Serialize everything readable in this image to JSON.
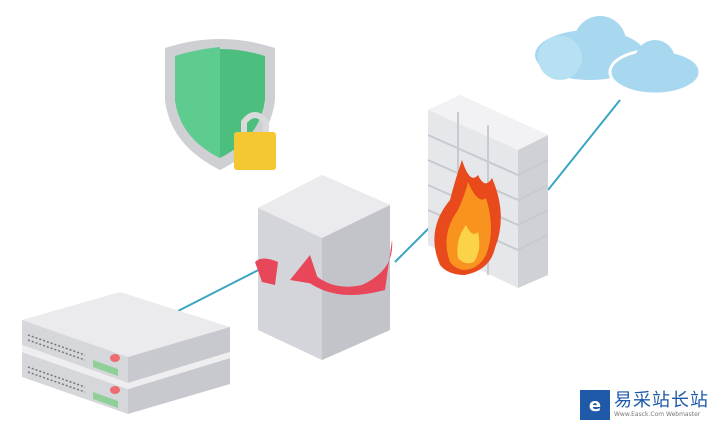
{
  "illustration": {
    "title": "network-security",
    "colors": {
      "shield": "#4cbf7f",
      "lock": "#f5c832",
      "arrow": "#e8475a",
      "cloud": "#a7d8ef",
      "link": "#3aa6c0",
      "fire": "#f06a1e"
    }
  },
  "watermark": {
    "logo_glyph": "e",
    "name": "易采站长站",
    "url": "Www.Easck.Com Webmaster"
  }
}
